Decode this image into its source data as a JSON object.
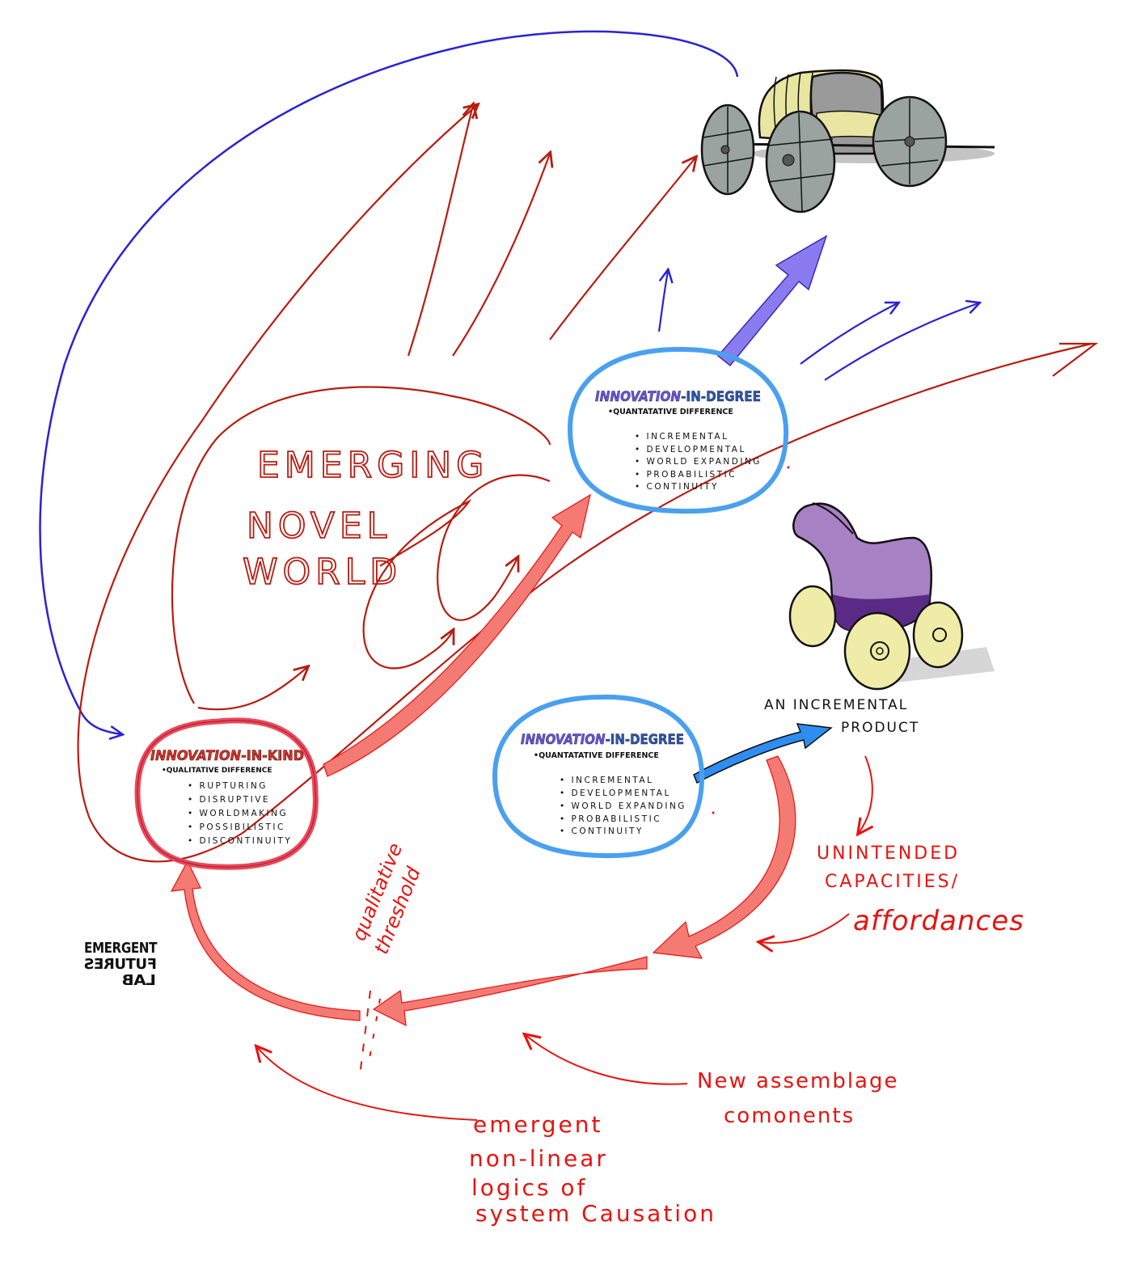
{
  "colors": {
    "dark_red": "#b81c10",
    "bright_red": "#e8130f",
    "salmon_arrow": "#f47b74",
    "blue_circle": "#4aa0ef",
    "pink_circle": "#e9495a",
    "blue_line": "#2a22d6",
    "purple_arrow": "#8a7cf0",
    "wagon_yellow": "#e8e6a0",
    "wagon_gray": "#9aa3a0",
    "horse_purple": "#a682c4",
    "horse_dark": "#5a2a86",
    "wheel_yellow": "#efeca8"
  },
  "labels": {
    "emerging_novel_world": [
      "EMERGING",
      "NOVEL",
      "WORLD"
    ],
    "incremental_product": [
      "AN INCREMENTAL",
      "PRODUCT"
    ],
    "unintended": [
      "UNINTENDED",
      "CAPACITIES/",
      "affordances"
    ],
    "qualitative_threshold": [
      "qualitative",
      "threshold"
    ],
    "new_assemblage": [
      "New assemblage",
      "comonents"
    ],
    "emergent_logics": [
      "emergent",
      "non-linear",
      "logics  of",
      "system Causation"
    ],
    "logo": [
      "EMERGENT",
      "FUTURES",
      "LAB"
    ]
  },
  "innovation_in_kind": {
    "title_part1": "INNOVATION",
    "title_part2": "-IN-KIND",
    "subtitle": "•QUALITATIVE DIFFERENCE",
    "items": [
      "RUPTURING",
      "DISRUPTIVE",
      "WORLDMAKING",
      "POSSIBILISTIC",
      "DISCONTINUITY"
    ]
  },
  "innovation_in_degree_top": {
    "title_part1": "INNOVATION",
    "title_part2": "-IN-DEGREE",
    "subtitle": "•QUANTATATIVE DIFFERENCE",
    "items": [
      "INCREMENTAL",
      "DEVELOPMENTAL",
      "WORLD EXPANDING",
      "PROBABILISTIC",
      "CONTINUITY"
    ]
  },
  "innovation_in_degree_bottom": {
    "title_part1": "INNOVATION",
    "title_part2": "-IN-DEGREE",
    "subtitle": "•QUANTATATIVE DIFFERENCE",
    "items": [
      "INCREMENTAL",
      "DEVELOPMENTAL",
      "WORLD EXPANDING",
      "PROBABILISTIC",
      "CONTINUITY"
    ]
  },
  "illustrations": {
    "wagon": "covered-wagon-drawing",
    "horse": "toy-horse-on-wheels-drawing"
  }
}
